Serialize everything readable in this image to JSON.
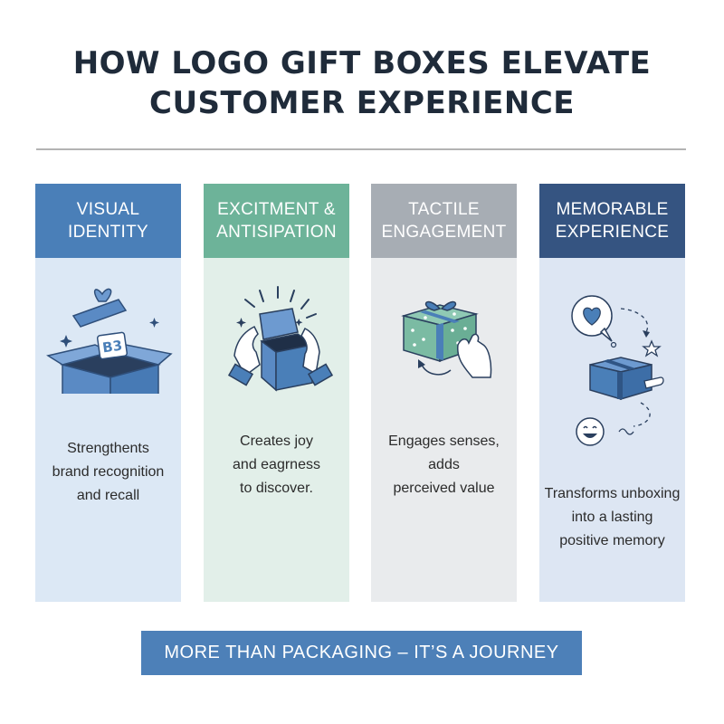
{
  "title": {
    "line1": "HOW LOGO GIFT BOXES ELEVATE",
    "line2": "CUSTOMER EXPERIENCE"
  },
  "colors": {
    "blue_head": "#4a7fb8",
    "blue_body": "#dce8f5",
    "green_head": "#6db399",
    "green_body": "#e2efe9",
    "gray_head": "#a7adb4",
    "gray_body": "#e9ebed",
    "navy_head": "#355481",
    "navy_body": "#dde6f3"
  },
  "columns": [
    {
      "heading": [
        "VISUAL",
        "IDENTITY"
      ],
      "icon": "open-logo-box-icon",
      "description": [
        "Strengthents",
        "brand recognition",
        "and recall"
      ]
    },
    {
      "heading": [
        "EXCITMENT &",
        "ANTISIPATION"
      ],
      "icon": "hands-opening-box-icon",
      "description": [
        "Creates joy",
        "and eagrness",
        "to discover."
      ]
    },
    {
      "heading": [
        "TACTILE",
        "ENGAGEMENT"
      ],
      "icon": "hand-touching-gift-icon",
      "description": [
        "Engages senses,",
        "adds",
        "perceived value"
      ]
    },
    {
      "heading": [
        "MEMORABLE",
        "EXPERIENCE"
      ],
      "icon": "memory-journey-icon",
      "description": [
        "Transforms unboxing",
        "into a lasting",
        "positive memory"
      ]
    }
  ],
  "footer": "MORE THAN PACKAGING – IT’S A JOURNEY"
}
